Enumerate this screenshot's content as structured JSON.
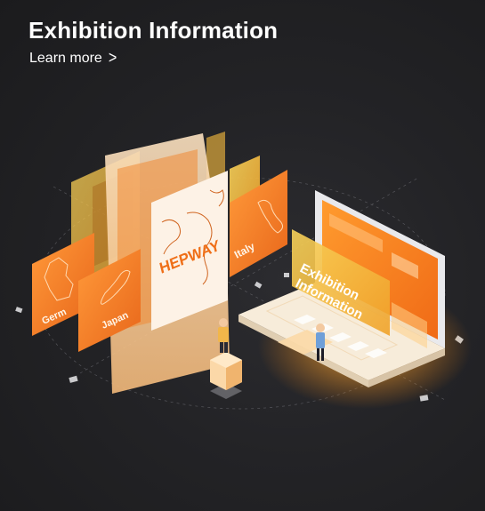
{
  "header": {
    "title": "Exhibition Information",
    "learn_more": "Learn more",
    "learn_more_icon": "chevron-right-icon"
  },
  "illustration": {
    "cards": {
      "germany": "Germ",
      "japan": "Japan",
      "italy": "Italy",
      "brand": "HEPWAY"
    },
    "screen_line1": "Exhibition",
    "screen_line2": "Information"
  },
  "colors": {
    "background": "#1e1e20",
    "accent_orange": "#f07a1e",
    "accent_yellow": "#f6c23a",
    "text": "#ffffff"
  }
}
